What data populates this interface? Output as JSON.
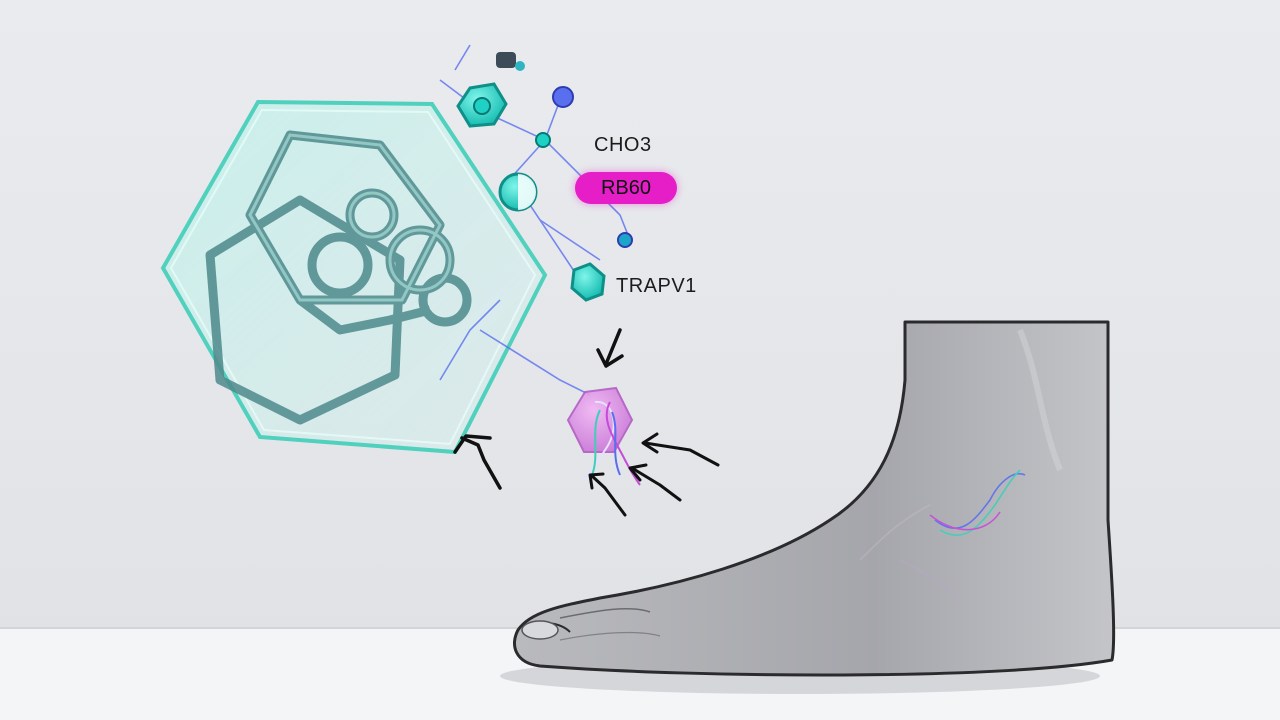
{
  "labels": {
    "molecule_top": "CHO3",
    "molecule_badge": "RB60",
    "receptor": "TRAPV1"
  },
  "colors": {
    "background": "#e6e8eb",
    "hexagon_fill": "#8fe3d6",
    "hexagon_edge": "#3fcfb9",
    "node_teal": "#1fd1c4",
    "badge_magenta": "#e61ec8",
    "receptor_purple": "#d98ae0",
    "connector_blue": "#5a6ff0",
    "foot_gray": "#a9aaae",
    "arrow_black": "#111111"
  },
  "icons": [
    "hexagon-molecule-icon",
    "molecule-node-icon",
    "receptor-hexagon-icon",
    "arrow-icon",
    "foot-illustration"
  ]
}
